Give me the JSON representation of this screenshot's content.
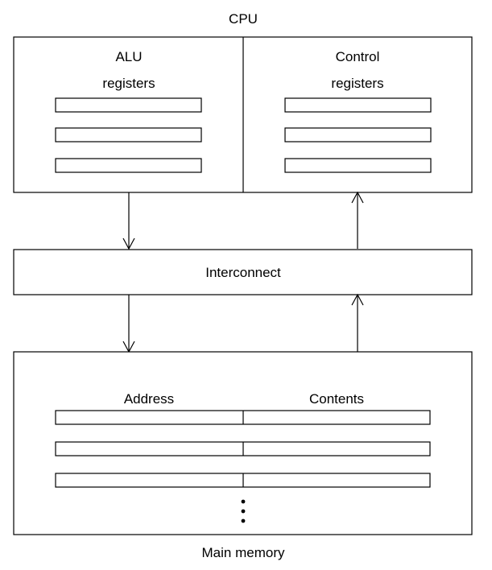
{
  "cpu": {
    "title": "CPU",
    "alu": {
      "label_line1": "ALU",
      "label_line2": "registers",
      "register_count": 3
    },
    "control": {
      "label_line1": "Control",
      "label_line2": "registers",
      "register_count": 3
    }
  },
  "interconnect": {
    "label": "Interconnect"
  },
  "main_memory": {
    "title": "Main memory",
    "address_header": "Address",
    "contents_header": "Contents",
    "row_count": 3,
    "continuation_dots": 3
  },
  "colors": {
    "stroke": "#000000",
    "background": "#ffffff"
  }
}
